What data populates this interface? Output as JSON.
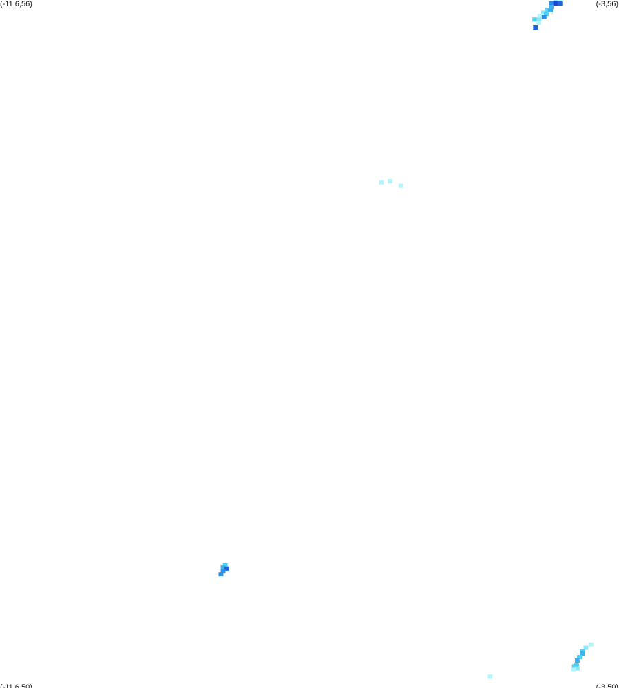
{
  "map": {
    "bounds": {
      "lon_min": -11.6,
      "lon_max": -3,
      "lat_min": 50,
      "lat_max": 56
    },
    "corner_labels": {
      "top_left": "(-11.6,56)",
      "top_right": "(-3,56)",
      "bottom_left": "(-11.6,50)",
      "bottom_right": "(-3,50)"
    },
    "cell_size_deg": {
      "lon": 0.066,
      "lat": 0.036
    },
    "palette": {
      "1": "#b3f5ff",
      "2": "#8ee8fb",
      "3": "#4fd0f5",
      "4": "#3cb0ec",
      "5": "#2b8fe6",
      "6": "#1d63dc",
      "7": "#1745d6"
    },
    "cells": [
      {
        "lon": -3.88,
        "lat": 55.99,
        "level": 2
      },
      {
        "lon": -3.82,
        "lat": 55.99,
        "level": 1
      },
      {
        "lon": -3.94,
        "lat": 55.97,
        "level": 5
      },
      {
        "lon": -3.88,
        "lat": 55.97,
        "level": 7
      },
      {
        "lon": -3.82,
        "lat": 55.97,
        "level": 6
      },
      {
        "lon": -3.94,
        "lat": 55.94,
        "level": 4
      },
      {
        "lon": -3.99,
        "lat": 55.91,
        "level": 3
      },
      {
        "lon": -3.95,
        "lat": 55.91,
        "level": 4
      },
      {
        "lon": -4.05,
        "lat": 55.89,
        "level": 2
      },
      {
        "lon": -4.01,
        "lat": 55.88,
        "level": 3
      },
      {
        "lon": -4.1,
        "lat": 55.86,
        "level": 1
      },
      {
        "lon": -4.04,
        "lat": 55.85,
        "level": 5
      },
      {
        "lon": -4.17,
        "lat": 55.83,
        "level": 3
      },
      {
        "lon": -4.11,
        "lat": 55.83,
        "level": 2
      },
      {
        "lon": -4.12,
        "lat": 55.8,
        "level": 1
      },
      {
        "lon": -4.16,
        "lat": 55.76,
        "level": 6
      },
      {
        "lon": -6.18,
        "lat": 54.42,
        "level": 1
      },
      {
        "lon": -6.3,
        "lat": 54.41,
        "level": 1
      },
      {
        "lon": -6.03,
        "lat": 54.38,
        "level": 1
      },
      {
        "lon": -8.47,
        "lat": 51.07,
        "level": 3
      },
      {
        "lon": -8.5,
        "lat": 51.05,
        "level": 4
      },
      {
        "lon": -8.45,
        "lat": 51.04,
        "level": 6
      },
      {
        "lon": -8.5,
        "lat": 51.02,
        "level": 5
      },
      {
        "lon": -8.53,
        "lat": 50.99,
        "level": 5
      },
      {
        "lon": -3.39,
        "lat": 50.38,
        "level": 1
      },
      {
        "lon": -3.46,
        "lat": 50.35,
        "level": 2
      },
      {
        "lon": -3.51,
        "lat": 50.32,
        "level": 3
      },
      {
        "lon": -3.51,
        "lat": 50.3,
        "level": 4
      },
      {
        "lon": -3.55,
        "lat": 50.27,
        "level": 3
      },
      {
        "lon": -3.58,
        "lat": 50.24,
        "level": 4
      },
      {
        "lon": -3.59,
        "lat": 50.2,
        "level": 3
      },
      {
        "lon": -3.62,
        "lat": 50.19,
        "level": 3
      },
      {
        "lon": -3.58,
        "lat": 50.17,
        "level": 2
      },
      {
        "lon": -3.63,
        "lat": 50.16,
        "level": 1
      },
      {
        "lon": -4.79,
        "lat": 50.1,
        "level": 1
      }
    ]
  }
}
